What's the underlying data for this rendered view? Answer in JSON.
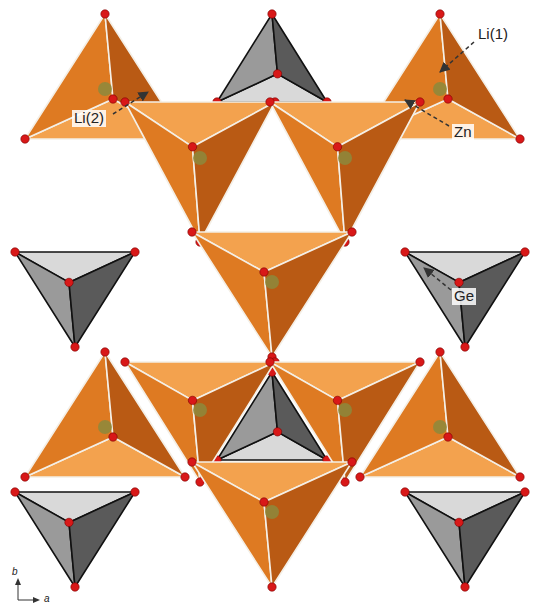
{
  "diagram": {
    "labels": [
      "Li(1)",
      "Li(2)",
      "Zn",
      "Ge",
      "b",
      "a"
    ]
  }
}
